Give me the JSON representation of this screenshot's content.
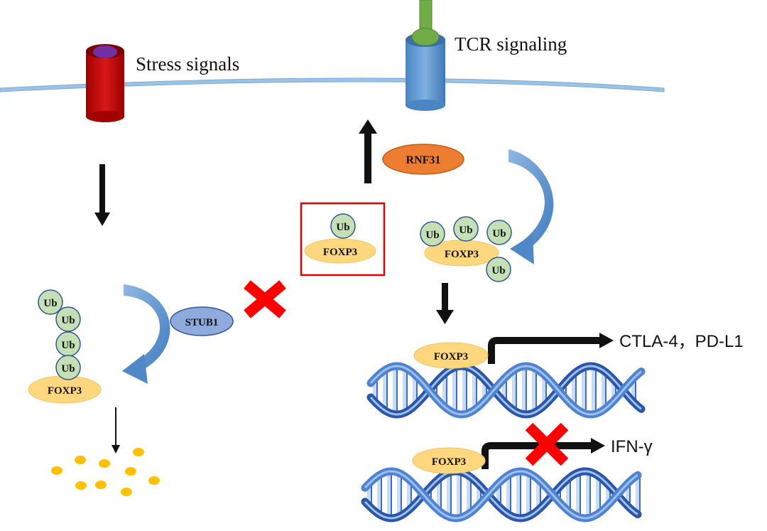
{
  "membrane_labels": {
    "stress": "Stress signals",
    "tcr": "TCR signaling"
  },
  "proteins": {
    "rnf31": "RNF31",
    "stub1": "STUB1",
    "foxp3": "FOXP3",
    "ub": "Ub"
  },
  "targets": {
    "activated": "CTLA-4，PD-L1",
    "repressed": "IFN-γ"
  },
  "colors": {
    "membrane": "#9cc3e6",
    "stress_receptor": "#c00000",
    "stress_ligand": "#7030a0",
    "tcr_receptor": "#5b9bd5",
    "tcr_ligand": "#70ad47",
    "rnf31": "#ed7d31",
    "stub1": "#8faadc",
    "foxp3": "#ffd77f",
    "ub": "#c5e0b4",
    "inhibit_cross": "#ff0000",
    "highlight_box": "#e00000",
    "degradation_dots": "#ffc000",
    "curved_arrow": "#5b9bd5",
    "dna": "#3a6cc4"
  }
}
